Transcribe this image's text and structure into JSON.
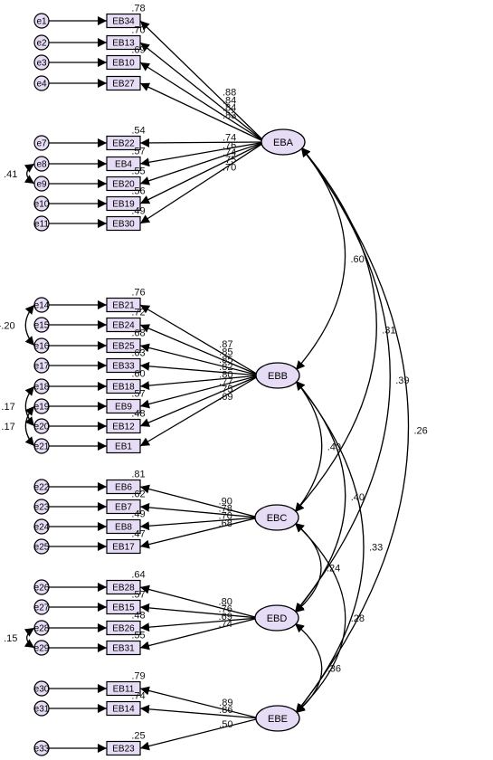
{
  "latents": [
    {
      "id": "EBA",
      "label": "EBA"
    },
    {
      "id": "EBB",
      "label": "EBB"
    },
    {
      "id": "EBC",
      "label": "EBC"
    },
    {
      "id": "EBD",
      "label": "EBD"
    },
    {
      "id": "EBE",
      "label": "EBE"
    }
  ],
  "indicators": [
    {
      "id": "EB34",
      "label": "EB34",
      "error": "e1",
      "r2": ".78",
      "latent": "EBA",
      "loading": ".88"
    },
    {
      "id": "EB13",
      "label": "EB13",
      "error": "e2",
      "r2": ".70",
      "latent": "EBA",
      "loading": ".84"
    },
    {
      "id": "EB10",
      "label": "EB10",
      "error": "e3",
      "r2": ".69",
      "latent": "EBA",
      "loading": ".84"
    },
    {
      "id": "EB27",
      "label": "EB27",
      "error": "e4",
      "r2": "",
      "latent": "EBA",
      "loading": ".83"
    },
    {
      "id": "EB22",
      "label": "EB22",
      "error": "e7",
      "r2": ".54",
      "latent": "EBA",
      "loading": ".74"
    },
    {
      "id": "EB4",
      "label": "EB4",
      "error": "e8",
      "r2": ".57",
      "latent": "EBA",
      "loading": ".76"
    },
    {
      "id": "EB20",
      "label": "EB20",
      "error": "e9",
      "r2": ".55",
      "latent": "EBA",
      "loading": ".74"
    },
    {
      "id": "EB19",
      "label": "EB19",
      "error": "e10",
      "r2": ".56",
      "latent": "EBA",
      "loading": ".75"
    },
    {
      "id": "EB30",
      "label": "EB30",
      "error": "e11",
      "r2": ".49",
      "latent": "EBA",
      "loading": ".70"
    },
    {
      "id": "EB21",
      "label": "EB21",
      "error": "e14",
      "r2": ".76",
      "latent": "EBB",
      "loading": ".87"
    },
    {
      "id": "EB24",
      "label": "EB24",
      "error": "e15",
      "r2": ".72",
      "latent": "EBB",
      "loading": ".85"
    },
    {
      "id": "EB25",
      "label": "EB25",
      "error": "e16",
      "r2": ".68",
      "latent": "EBB",
      "loading": ".85"
    },
    {
      "id": "EB33",
      "label": "EB33",
      "error": "e17",
      "r2": ".63",
      "latent": "EBB",
      "loading": ".82"
    },
    {
      "id": "EB18",
      "label": "EB18",
      "error": "e18",
      "r2": ".60",
      "latent": "EBB",
      "loading": ".80"
    },
    {
      "id": "EB9",
      "label": "EB9",
      "error": "e19",
      "r2": ".57",
      "latent": "EBB",
      "loading": ".77"
    },
    {
      "id": "EB12",
      "label": "EB12",
      "error": "e20",
      "r2": ".48",
      "latent": "EBB",
      "loading": ".75"
    },
    {
      "id": "EB1",
      "label": "EB1",
      "error": "e21",
      "r2": "",
      "latent": "EBB",
      "loading": ".69"
    },
    {
      "id": "EB6",
      "label": "EB6",
      "error": "e22",
      "r2": ".81",
      "latent": "EBC",
      "loading": ".90"
    },
    {
      "id": "EB7",
      "label": "EB7",
      "error": "e23",
      "r2": ".62",
      "latent": "EBC",
      "loading": ".78"
    },
    {
      "id": "EB8",
      "label": "EB8",
      "error": "e24",
      "r2": ".49",
      "latent": "EBC",
      "loading": ".70"
    },
    {
      "id": "EB17",
      "label": "EB17",
      "error": "e25",
      "r2": ".47",
      "latent": "EBC",
      "loading": ".68"
    },
    {
      "id": "EB28",
      "label": "EB28",
      "error": "e26",
      "r2": ".64",
      "latent": "EBD",
      "loading": ".80"
    },
    {
      "id": "EB15",
      "label": "EB15",
      "error": "e27",
      "r2": ".57",
      "latent": "EBD",
      "loading": ".76"
    },
    {
      "id": "EB26",
      "label": "EB26",
      "error": "e28",
      "r2": ".48",
      "latent": "EBD",
      "loading": ".69"
    },
    {
      "id": "EB31",
      "label": "EB31",
      "error": "e29",
      "r2": ".55",
      "latent": "EBD",
      "loading": ".74"
    },
    {
      "id": "EB11",
      "label": "EB11",
      "error": "e30",
      "r2": ".79",
      "latent": "EBE",
      "loading": ".89"
    },
    {
      "id": "EB14",
      "label": "EB14",
      "error": "e31",
      "r2": ".74",
      "latent": "EBE",
      "loading": ".86"
    },
    {
      "id": "EB23",
      "label": "EB23",
      "error": "e33",
      "r2": ".25",
      "latent": "EBE",
      "loading": ".50"
    }
  ],
  "latent_correlations": [
    {
      "from": "EBA",
      "to": "EBB",
      "value": ".60"
    },
    {
      "from": "EBA",
      "to": "EBC",
      "value": ".31"
    },
    {
      "from": "EBA",
      "to": "EBD",
      "value": ".39"
    },
    {
      "from": "EBA",
      "to": "EBE",
      "value": ".26"
    },
    {
      "from": "EBB",
      "to": "EBC",
      "value": ".40"
    },
    {
      "from": "EBB",
      "to": "EBD",
      "value": ".40"
    },
    {
      "from": "EBB",
      "to": "EBE",
      "value": ".33"
    },
    {
      "from": "EBC",
      "to": "EBD",
      "value": ".24"
    },
    {
      "from": "EBC",
      "to": "EBE",
      "value": ".28"
    },
    {
      "from": "EBD",
      "to": "EBE",
      "value": ".36"
    }
  ],
  "error_covariances": [
    {
      "from": "e8",
      "to": "e9",
      "value": ".41"
    },
    {
      "from": "e14",
      "to": "e16",
      "value": "-.20"
    },
    {
      "from": "e18",
      "to": "e20",
      "value": ".17"
    },
    {
      "from": "e19",
      "to": "e21",
      "value": ".17"
    },
    {
      "from": "e28",
      "to": "e29",
      "value": ".15"
    }
  ],
  "colors": {
    "latent_fill": "#e6dcf5",
    "indicator_fill": "#e6dcf5",
    "error_fill": "#e6dcf5",
    "stroke": "#000000"
  }
}
